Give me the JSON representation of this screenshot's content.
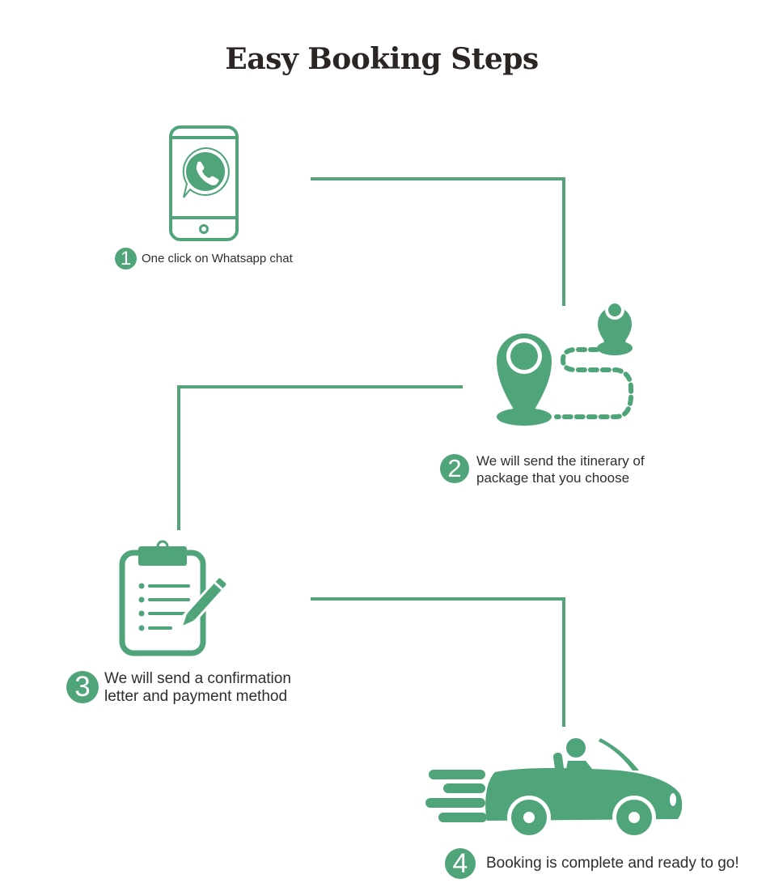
{
  "title": "Easy Booking Steps",
  "colors": {
    "accent": "#4fa47a",
    "title": "#2b2523",
    "text": "#2e2e2e"
  },
  "steps": [
    {
      "number": "1",
      "icon": "whatsapp-phone-icon",
      "text": "One click on Whatsapp chat"
    },
    {
      "number": "2",
      "icon": "map-route-pins-icon",
      "text": "We will send the itinerary of\npackage that you choose"
    },
    {
      "number": "3",
      "icon": "clipboard-pencil-icon",
      "text": "We will send a confirmation\nletter and payment method"
    },
    {
      "number": "4",
      "icon": "convertible-car-icon",
      "text": "Booking is complete and ready to go!"
    }
  ]
}
